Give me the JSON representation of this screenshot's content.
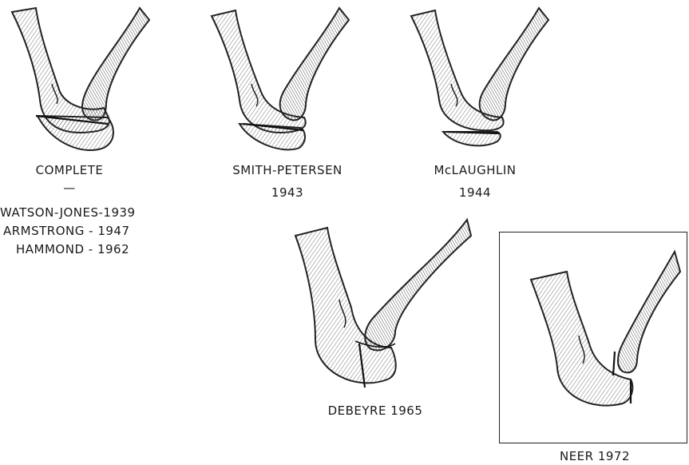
{
  "panels": [
    {
      "id": "complete",
      "caption_lines": [
        "COMPLETE",
        "—",
        "WATSON-JONES-1939",
        "ARMSTRONG - 1947",
        "HAMMOND - 1962"
      ]
    },
    {
      "id": "smith-petersen",
      "caption_lines": [
        "SMITH-PETERSEN",
        "1943"
      ]
    },
    {
      "id": "mclaughlin",
      "caption_lines": [
        "McLAUGHLIN",
        "1944"
      ]
    },
    {
      "id": "debeyre",
      "caption_lines": [
        "DEBEYRE 1965"
      ]
    },
    {
      "id": "neer",
      "caption_lines": [
        "NEER 1972"
      ],
      "boxed": true
    }
  ]
}
